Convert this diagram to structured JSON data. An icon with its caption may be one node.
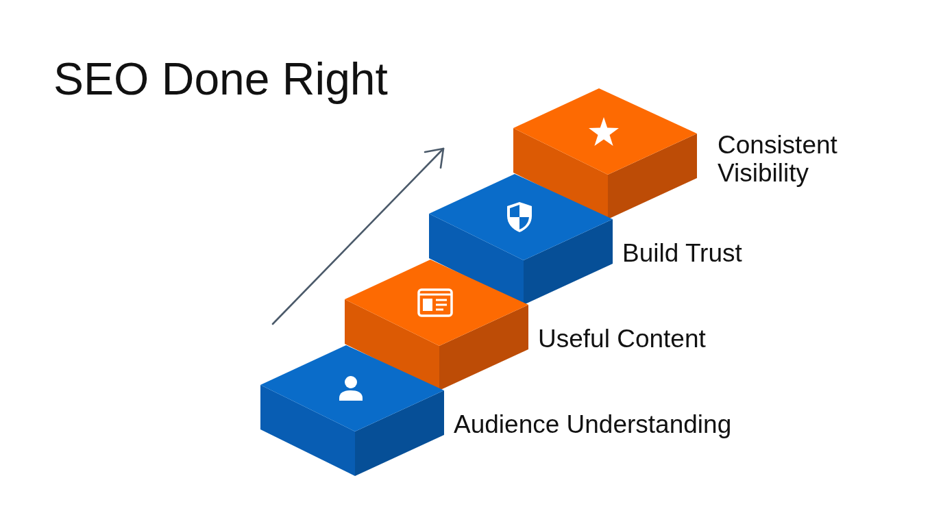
{
  "diagram": {
    "title": "SEO Done Right",
    "nodes": [
      {
        "text": [],
        "shape": "box",
        "beside": [
          "Audience Understanding"
        ]
      },
      {
        "text": [],
        "shape": "box",
        "beside": [
          "Useful Content"
        ]
      },
      {
        "text": [],
        "shape": "box",
        "beside": [
          "Build Trust"
        ]
      },
      {
        "text": [],
        "shape": "box",
        "beside": [
          "Consistent Visibility"
        ]
      }
    ]
  }
}
